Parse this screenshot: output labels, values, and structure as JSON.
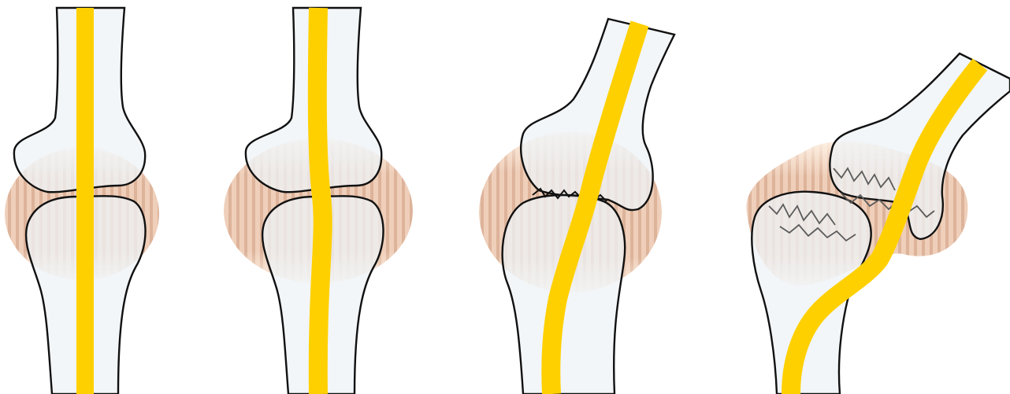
{
  "colors": {
    "bone": "#eef3f7",
    "outline": "#111111",
    "marrow": "#ffd000",
    "tissue": "#e9c7ae",
    "tissue_stripe": "#d39f82",
    "tissue_light": "#f7e8d8",
    "crack": "#5b5b5b"
  },
  "figures": [
    {
      "stage": "healthy-joint"
    },
    {
      "stage": "swollen-joint"
    },
    {
      "stage": "cracked-joint"
    },
    {
      "stage": "deformed-joint"
    }
  ]
}
